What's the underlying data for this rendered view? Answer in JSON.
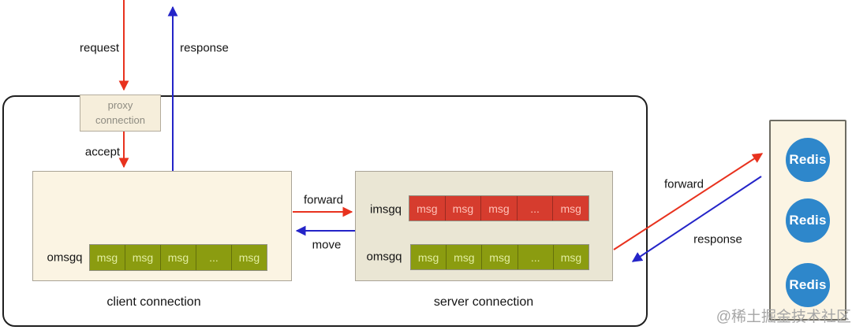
{
  "colors": {
    "arrow_red": "#e8321e",
    "arrow_blue": "#2424c8",
    "client_box_bg": "#fbf4e3",
    "server_box_bg": "#eae6d4",
    "green_cell": "#8b9c10",
    "red_cell": "#d63c2e",
    "redis_blue": "#2e87cb"
  },
  "labels": {
    "request": "request",
    "response_top": "response",
    "accept": "accept",
    "forward_mid": "forward",
    "move": "move",
    "forward_redis": "forward",
    "response_redis": "response"
  },
  "proxy_box": {
    "line1": "proxy",
    "line2": "connection"
  },
  "client_connection": {
    "caption": "client connection",
    "queue_label": "omsgq",
    "cells": [
      "msg",
      "msg",
      "msg",
      "...",
      "msg"
    ]
  },
  "server_connection": {
    "caption": "server connection",
    "in_queue_label": "imsgq",
    "in_cells": [
      "msg",
      "msg",
      "msg",
      "...",
      "msg"
    ],
    "out_queue_label": "omsgq",
    "out_cells": [
      "msg",
      "msg",
      "msg",
      "...",
      "msg"
    ]
  },
  "redis_cluster": {
    "nodes": [
      "Redis",
      "Redis",
      "Redis"
    ]
  },
  "watermark": "@稀土掘金技术社区"
}
